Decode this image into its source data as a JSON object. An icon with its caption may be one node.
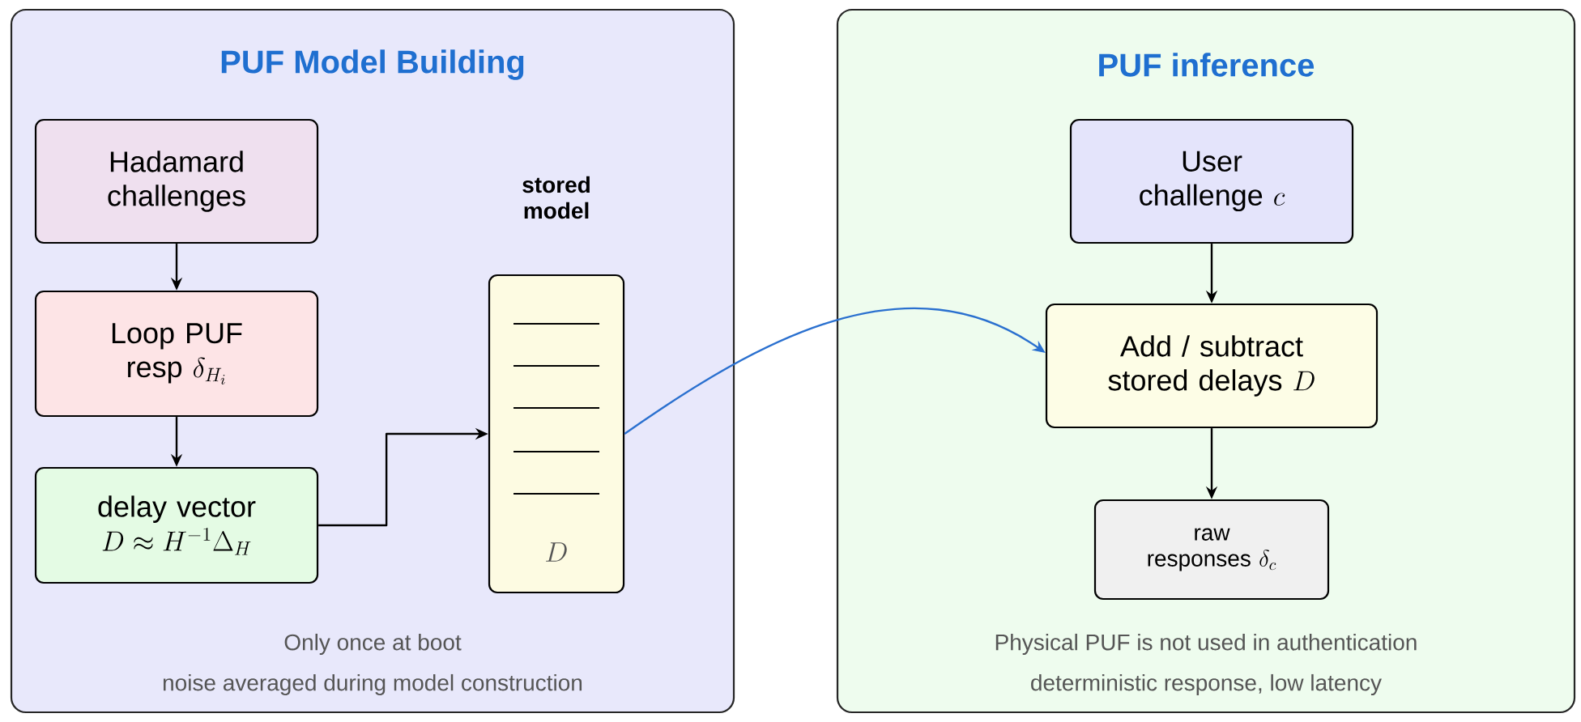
{
  "diagram": {
    "nodes": [
      {
        "text": [
          "PUF Model Building",
          "Only once at boot",
          "noise averaged during model construction"
        ]
      },
      {
        "text": [
          "Hadamard challenges"
        ],
        "in": 0
      },
      {
        "text": [
          "Loop PUF resp",
          "\\delta_{H_i}"
        ],
        "in": 0
      },
      {
        "text": [
          "delay vector",
          "D \\approx H^{-1}\\Delta_H"
        ],
        "in": 0
      },
      {
        "text": [
          "stored model",
          "D"
        ],
        "in": 0
      },
      {
        "text": [
          "PUF inference",
          "Physical PUF is not used in authentication",
          "deterministic response, low latency"
        ]
      },
      {
        "text": [
          "User challenge",
          "c"
        ],
        "in": 5
      },
      {
        "text": [
          "Add / subtract stored delays",
          "D"
        ],
        "in": 5
      },
      {
        "text": [
          "raw responses",
          "\\delta_c"
        ],
        "in": 5
      }
    ],
    "edges": [
      {
        "from": 1,
        "to": 2,
        "arrow": "to"
      },
      {
        "from": 2,
        "to": 3,
        "arrow": "to"
      },
      {
        "from": 3,
        "to": 4,
        "arrow": "to"
      },
      {
        "from": 4,
        "to": 7,
        "arrow": "to",
        "color": "#2a70cf"
      },
      {
        "from": 6,
        "to": 7,
        "arrow": "to"
      },
      {
        "from": 7,
        "to": 8,
        "arrow": "to"
      }
    ]
  }
}
